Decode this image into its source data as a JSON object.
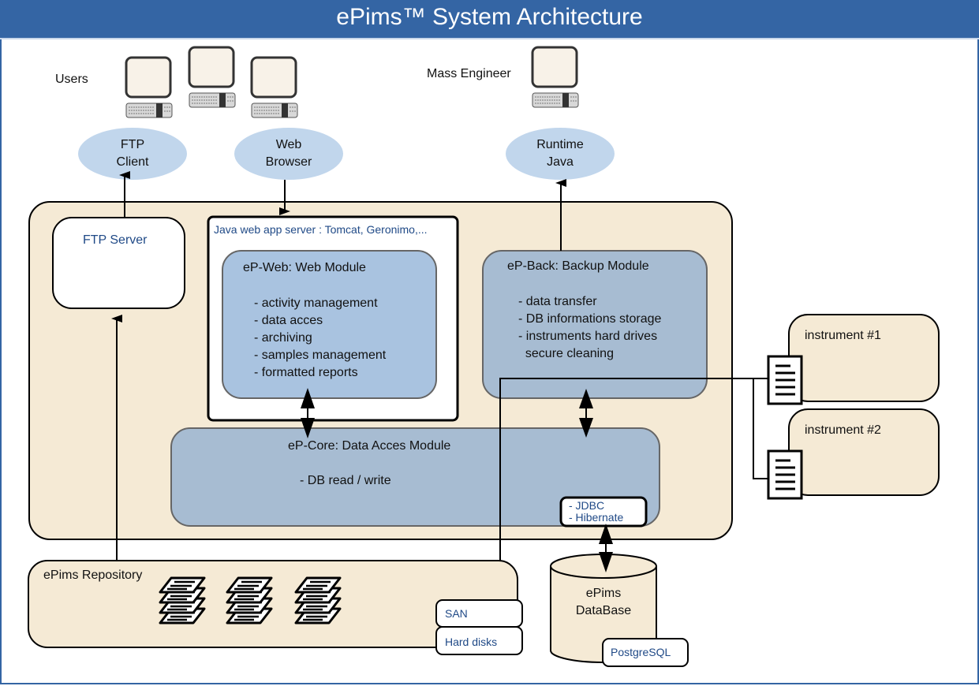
{
  "title": "ePims™ System Architecture",
  "colors": {
    "header": "#3465a4",
    "container": "#f5ead5",
    "ellipse": "#c1d6ec",
    "web_module": "#a9c3e0",
    "module": "#a7bcd2",
    "label_blue": "#204a87"
  },
  "actors": {
    "users_label": "Users",
    "mass_engineer_label": "Mass Engineer"
  },
  "clients": {
    "ftp_client": [
      "FTP",
      "Client"
    ],
    "web_browser": [
      "Web",
      "Browser"
    ],
    "runtime_java": [
      "Runtime",
      "Java"
    ]
  },
  "ftp_server": {
    "label": "FTP Server"
  },
  "app_server": {
    "label": "Java web app server : Tomcat, Geronimo,..."
  },
  "web_module": {
    "title": "eP-Web: Web Module",
    "items": [
      "- activity management",
      "- data acces",
      "- archiving",
      "- samples management",
      "- formatted reports"
    ]
  },
  "backup_module": {
    "title": "eP-Back: Backup Module",
    "items": [
      "- data transfer",
      "- DB informations storage",
      "- instruments hard drives",
      "  secure cleaning"
    ]
  },
  "core_module": {
    "title": "eP-Core: Data Acces Module",
    "items": [
      "- DB read / write"
    ],
    "orm": [
      "- JDBC",
      "- Hibernate"
    ]
  },
  "instruments": [
    {
      "label": "instrument #1"
    },
    {
      "label": "instrument #2"
    }
  ],
  "repository": {
    "label": "ePims Repository",
    "storage": [
      "SAN",
      "Hard disks"
    ]
  },
  "database": {
    "label": [
      "ePims",
      "DataBase"
    ],
    "engine": "PostgreSQL"
  }
}
